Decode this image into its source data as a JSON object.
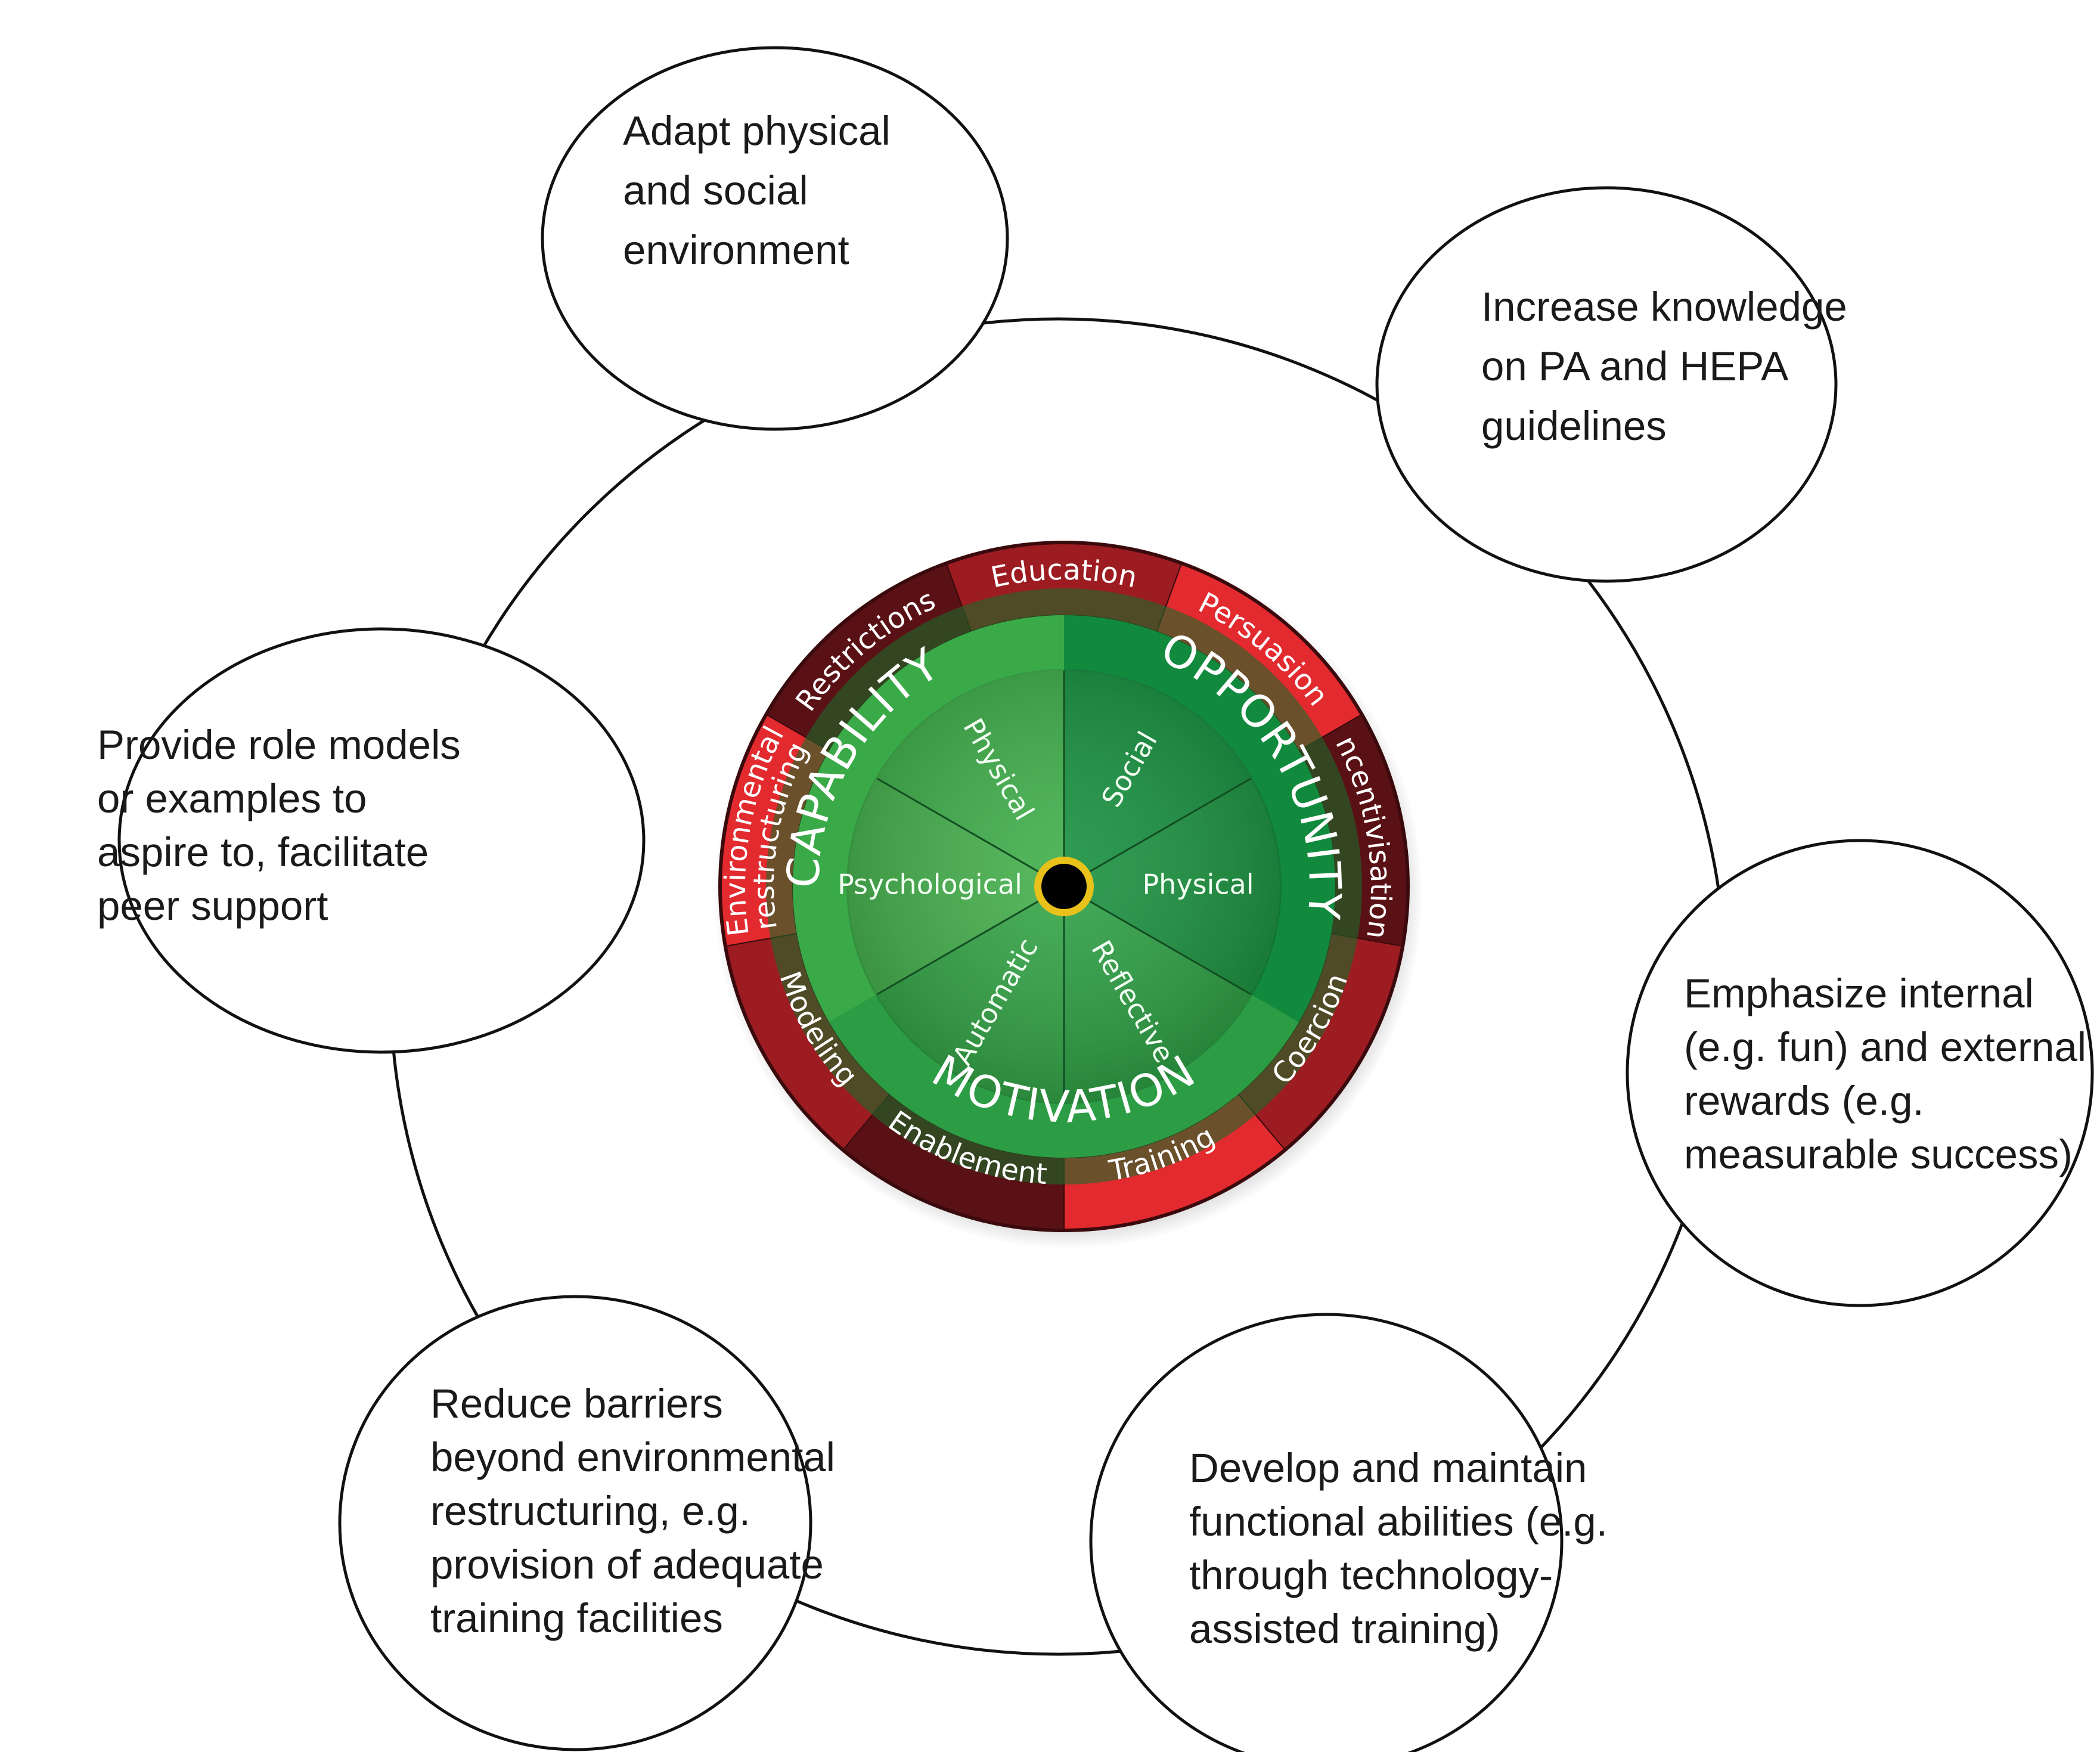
{
  "colors": {
    "outline": "#111111",
    "dark_red": "#5a1115",
    "mid_red": "#9c1c22",
    "bright_red": "#e22a2f",
    "green_light": "#3aaa48",
    "green_mid": "#2c9d44",
    "green_dark": "#128a3e",
    "hub_gold": "#e8c21a"
  },
  "interventions": [
    {
      "label": "Restrictions",
      "tone": "dark_red"
    },
    {
      "label": "Education",
      "tone": "mid_red"
    },
    {
      "label": "Persuasion",
      "tone": "bright_red"
    },
    {
      "label": "Incentivisation",
      "tone": "dark_red"
    },
    {
      "label": "Coercion",
      "tone": "mid_red"
    },
    {
      "label": "Training",
      "tone": "bright_red"
    },
    {
      "label": "Enablement",
      "tone": "dark_red"
    },
    {
      "label": "Modeling",
      "tone": "mid_red"
    },
    {
      "label": "Environmental restructuring",
      "tone": "bright_red"
    }
  ],
  "sources": {
    "capability": "CAPABILITY",
    "opportunity": "OPPORTUNITY",
    "motivation": "MOTIVATION"
  },
  "components": {
    "physical_capability": "Physical",
    "social": "Social",
    "physical_opportunity": "Physical",
    "reflective": "Reflective",
    "automatic": "Automatic",
    "psychological": "Psychological"
  },
  "bubbles": [
    {
      "lines": [
        "Adapt physical",
        "and social",
        "environment"
      ]
    },
    {
      "lines": [
        "Increase knowledge",
        "on PA and HEPA",
        "guidelines"
      ]
    },
    {
      "lines": [
        "Emphasize internal",
        "(e.g. fun) and external",
        "rewards (e.g.",
        "measurable success)"
      ]
    },
    {
      "lines": [
        "Develop and maintain",
        "functional abilities (e.g.",
        "through technology-",
        "assisted training)"
      ]
    },
    {
      "lines": [
        "Reduce barriers",
        "beyond environmental",
        "restructuring, e.g.",
        "provision of adequate",
        "training facilities"
      ]
    },
    {
      "lines": [
        "Provide role models",
        "or examples to",
        "aspire to, facilitate",
        "peer support"
      ]
    }
  ]
}
